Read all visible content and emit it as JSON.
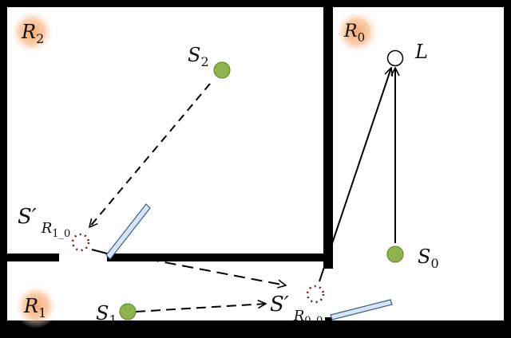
{
  "rooms": [
    {
      "id": "R2",
      "label": "R",
      "subscript": "2"
    },
    {
      "id": "R0",
      "label": "R",
      "subscript": "0"
    },
    {
      "id": "R1",
      "label": "R",
      "subscript": "1"
    }
  ],
  "sources": [
    {
      "id": "S2",
      "label": "S",
      "subscript": "2"
    },
    {
      "id": "S0",
      "label": "S",
      "subscript": "0"
    },
    {
      "id": "S1",
      "label": "S",
      "subscript": "1"
    }
  ],
  "listener": {
    "id": "L",
    "label": "L"
  },
  "virtual_sources": [
    {
      "id": "S_R1_0",
      "label": "S′",
      "subscript": "R",
      "subsub": "1_0"
    },
    {
      "id": "S_R0_0",
      "label": "S′",
      "subscript": "R",
      "subsub": "0_0"
    }
  ],
  "colors": {
    "wall": "#000000",
    "floor": "#ffffff",
    "source_fill": "#8fb34c",
    "source_stroke": "#6b8c33",
    "virtual_source": "#7a2020",
    "room_glow": "#f4a46a",
    "door_fill": "#d6e6f7",
    "door_stroke": "#3d5f86"
  }
}
